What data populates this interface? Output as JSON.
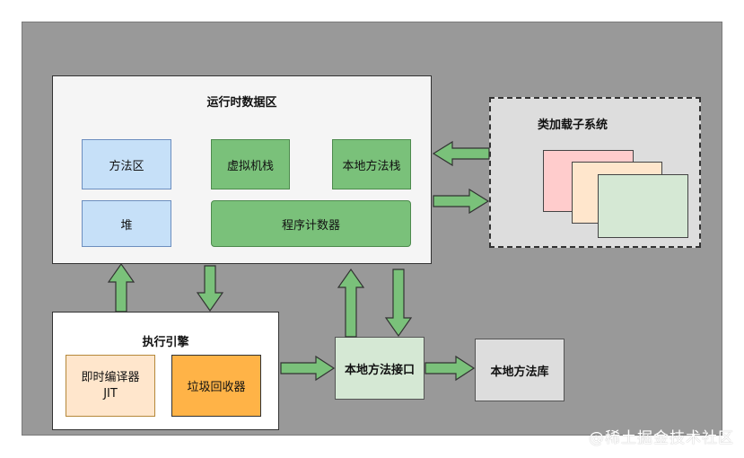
{
  "diagram": {
    "runtime_area": {
      "title": "运行时数据区",
      "method_area": "方法区",
      "vm_stack": "虚拟机栈",
      "native_stack": "本地方法栈",
      "heap": "堆",
      "pc_register": "程序计数器"
    },
    "class_loader": {
      "title": "类加载子系统"
    },
    "execution_engine": {
      "title": "执行引擎",
      "jit_line1": "即时编译器",
      "jit_line2": "JIT",
      "gc": "垃圾回收器"
    },
    "native_interface": "本地方法接口",
    "native_library": "本地方法库"
  },
  "watermark": "@稀土掘金技术社区",
  "colors": {
    "background": "#999999",
    "arrow_fill": "#7ac17a",
    "arrow_stroke": "#333333",
    "blue_fill": "#c6e0f8",
    "green_fill": "#7ac17a",
    "pink_card": "#ffcccc",
    "orange_card": "#ffe6cc",
    "mint_card": "#d5e8d4",
    "jit_fill": "#ffe6cc",
    "gc_fill": "#ffb347"
  }
}
